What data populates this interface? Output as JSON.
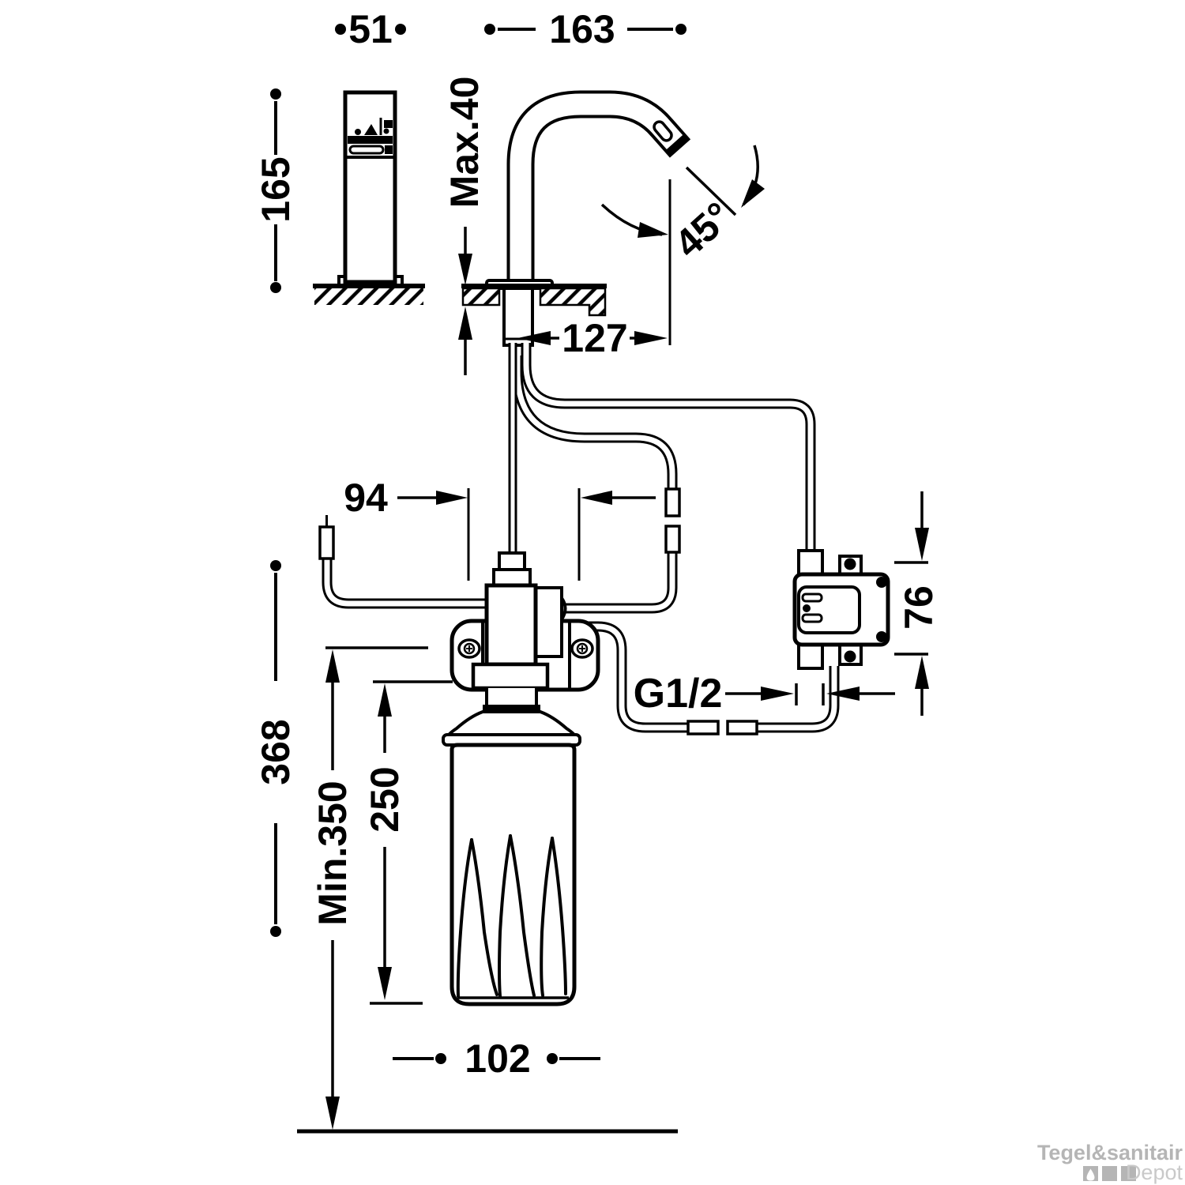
{
  "diagram": {
    "dimensions": {
      "width_51": "51",
      "reach_163": "163",
      "height_165": "165",
      "deck_thickness": "Max.40",
      "swivel_angle": "45°",
      "below_deck_offset": "127",
      "valve_offset": "94",
      "control_box_height": "76",
      "connection_thread": "G1/2",
      "overall_depth_368": "368",
      "min_clearance": "Min.350",
      "bottle_height_250": "250",
      "bottle_width_102": "102"
    },
    "watermark": {
      "brand": "Tegel&sanitair",
      "suffix": "Depot"
    },
    "icons": {
      "watermark_drop": "water-drop-icon"
    },
    "colors": {
      "line": "#000000",
      "background": "#ffffff",
      "watermark_gray": "#b5b5b5",
      "watermark_light": "#c9c9c9"
    }
  }
}
